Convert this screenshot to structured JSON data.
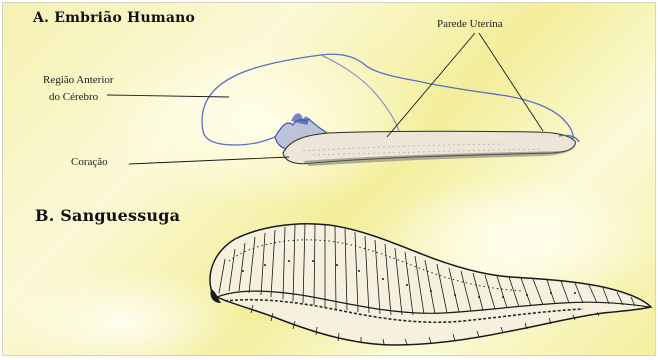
{
  "section_a": {
    "title": "A. Embrião Humano",
    "labels": {
      "uterine_wall": "Parede Uterina",
      "anterior_brain_line1": "Região Anterior",
      "anterior_brain_line2": "do Cérebro",
      "heart": "Coração"
    }
  },
  "section_b": {
    "title": "B. Sanguessuga"
  },
  "colors": {
    "embryo_outline": "#4f63b8",
    "ink": "#1a1a1a",
    "background_yellow": "#f4ef9e"
  }
}
